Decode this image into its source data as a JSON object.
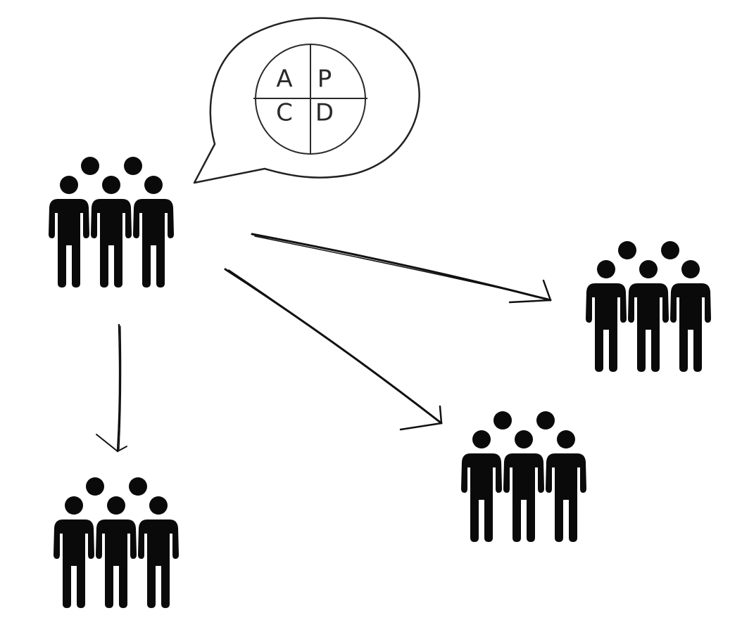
{
  "pdca": {
    "top_left": "A",
    "top_right": "P",
    "bottom_left": "C",
    "bottom_right": "D"
  },
  "groups": [
    {
      "id": "source",
      "people": 5
    },
    {
      "id": "target-right",
      "people": 5
    },
    {
      "id": "target-middle",
      "people": 5
    },
    {
      "id": "target-bottom",
      "people": 5
    }
  ],
  "connections": [
    {
      "from": "source",
      "to": "target-right"
    },
    {
      "from": "source",
      "to": "target-middle"
    },
    {
      "from": "source",
      "to": "target-bottom"
    }
  ],
  "colors": {
    "ink": "#0a0a0a",
    "line": "#222222",
    "background": "#ffffff"
  }
}
